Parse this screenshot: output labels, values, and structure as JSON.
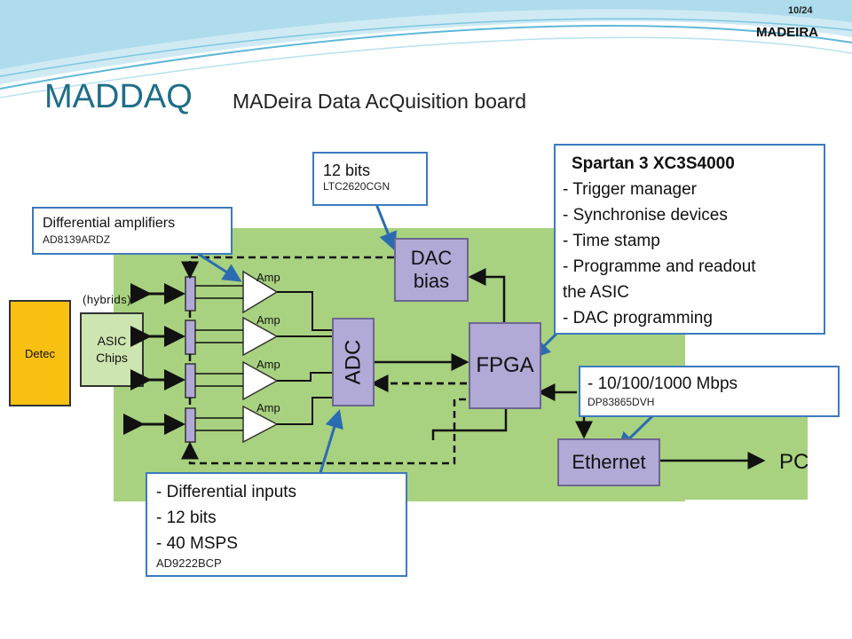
{
  "header": {
    "slide_number": "10/24",
    "brand": "MADEIRA"
  },
  "title": "MADDAQ",
  "subtitle": "MADeira Data AcQuisition board",
  "diagram": {
    "detector_label": "Detec",
    "asic_label_line1": "ASIC",
    "asic_label_line2": "Chips",
    "hybrids_label": "(hybrids)",
    "amp_label": "Amp",
    "adc_label": "ADC",
    "dac_label_line1": "DAC",
    "dac_label_line2": "bias",
    "fpga_label": "FPGA",
    "ethernet_label": "Ethernet",
    "pc_label": "PC"
  },
  "callouts": {
    "dac": {
      "title": "12 bits",
      "part": "LTC2620CGN"
    },
    "amps": {
      "title": "Differential amplifiers",
      "part": "AD8139ARDZ"
    },
    "fpga": {
      "title": "Spartan 3 XC3S4000",
      "lines": [
        "- Trigger manager",
        "- Synchronise devices",
        "- Time stamp",
        "- Programme and readout",
        "the ASIC",
        "- DAC programming"
      ]
    },
    "ethernet": {
      "title": "- 10/100/1000 Mbps",
      "part": "DP83865DVH"
    },
    "adc": {
      "lines": [
        "- Differential inputs",
        "- 12 bits",
        "- 40 MSPS"
      ],
      "part": "AD9222BCP"
    }
  },
  "colors": {
    "title": "#1e6e86",
    "board": "#a8d27f",
    "block": "#b1a9d6",
    "callout_border": "#3d7abf",
    "detector": "#f8c010",
    "asic": "#cde5b1"
  }
}
